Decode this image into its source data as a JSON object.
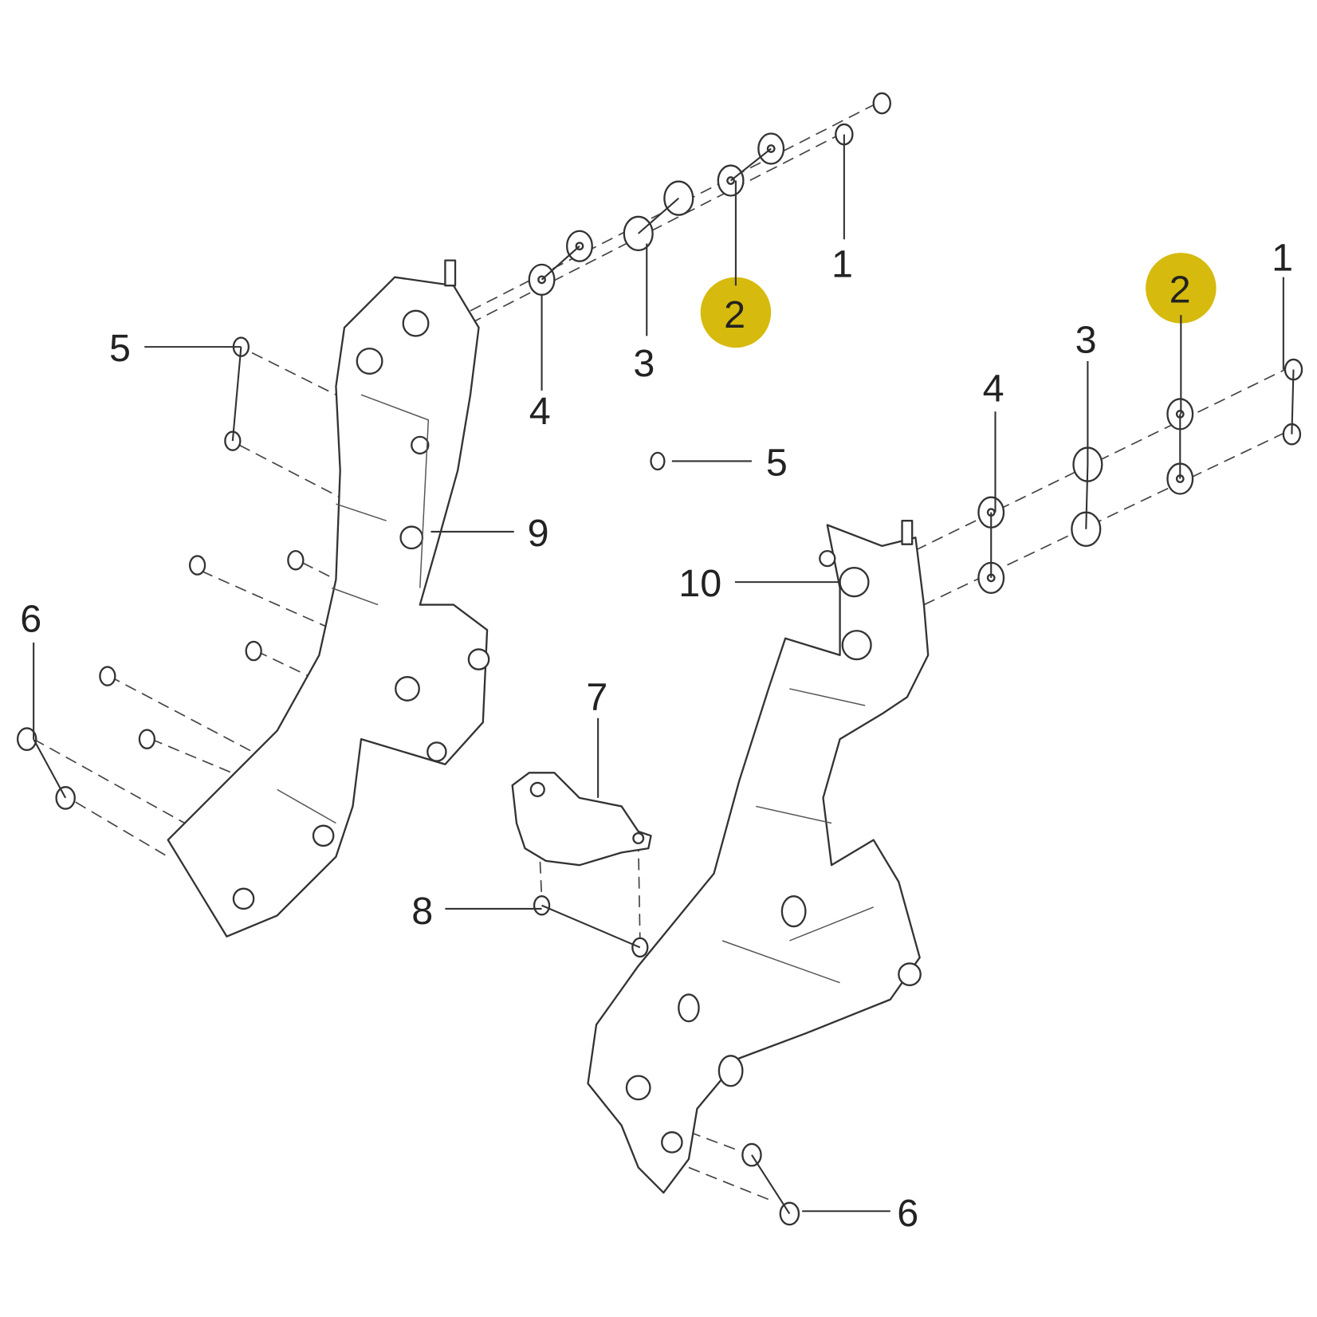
{
  "diagram": {
    "highlight_color": "#d4b600",
    "callouts": {
      "l1": "1",
      "l2_left": "2",
      "l3_left": "3",
      "l4_left": "4",
      "l5_left": "5",
      "l5_mid": "5",
      "l6_left": "6",
      "l7": "7",
      "l8": "8",
      "l9": "9",
      "l1_right": "1",
      "l2_right": "2",
      "l3_right": "3",
      "l4_right": "4",
      "l10": "10",
      "l6_right": "6"
    }
  }
}
